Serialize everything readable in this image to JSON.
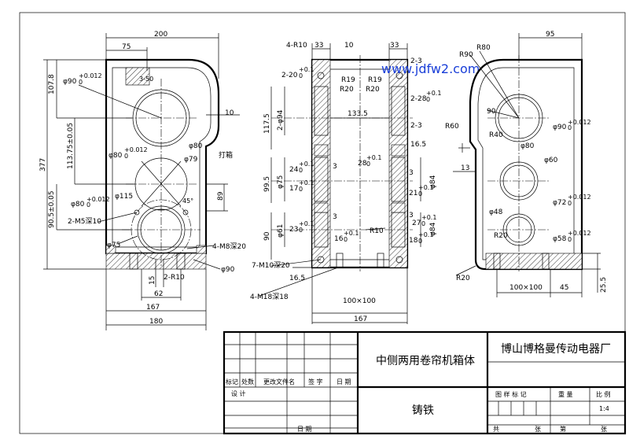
{
  "watermark": "www.jdfw2.com",
  "front_view": {
    "dims": {
      "width_200": "200",
      "d75": "75",
      "d3_50": "3-50",
      "d107_8": "107.8",
      "phi90": "φ90",
      "phi90_tol": "+0.012",
      "phi90_tol0": "0",
      "d10": "10",
      "d113_75": "113.75±0.05",
      "d377": "377",
      "phi80a": "φ80",
      "phi79": "φ79",
      "dabian": "打箱",
      "phi80b": "φ80",
      "phi80b_tol": "+0.012",
      "phi80b_tol0": "0",
      "d89": "89",
      "d90_5": "90.5±0.05",
      "phi80c": "φ80",
      "phi80c_tol": "+0.012",
      "phi80c_tol0": "0",
      "phi115": "φ115",
      "deg45": "45°",
      "m5": "2-M5深10",
      "phi75": "φ75",
      "m8": "4-M8深20",
      "phi90b": "φ90",
      "d15": "15",
      "r10": "2-R10",
      "d62": "62",
      "d167": "167",
      "d180": "180"
    }
  },
  "side_view": {
    "dims": {
      "r10": "4-R10",
      "d33a": "33",
      "d10": "10",
      "d33b": "33",
      "s2_3a": "2-3",
      "s2_20": "2-20",
      "s2_20_tol": "+0.1",
      "s2_20_tol0": "0",
      "r19a": "R19",
      "r19b": "R19",
      "r20a": "R20",
      "r20b": "R20",
      "s2_28": "2-28",
      "s2_28_tol": "+0.1",
      "s2_28_tol0": "0",
      "d133_5": "133.5",
      "d117_5": "117.5",
      "phi94": "2-φ94",
      "s2_3b": "2-3",
      "d16_5a": "16.5",
      "d28": "28",
      "d28_tol": "+0.1",
      "d28_tol0": "0",
      "d24": "24",
      "d24_tol": "+0.1",
      "d24_tol0": "0",
      "d3a": "3",
      "d3b": "3",
      "d99_5": "99.5",
      "phi75": "φ75",
      "d17": "17",
      "d17_tol": "+0.1",
      "d17_tol0": "0",
      "d21": "21",
      "d21_tol": "+0.1",
      "d21_tol0": "0",
      "phi84a": "φ84",
      "d3c": "3",
      "d3d": "3",
      "d23": "23",
      "d23_tol": "+0.1",
      "d23_tol0": "0",
      "d27": "27",
      "d27_tol": "+0.1",
      "d27_tol0": "0",
      "d90": "90",
      "phi61": "φ61",
      "r10b": "R10",
      "d16": "16",
      "d16_tol": "+0.1",
      "d16_tol0": "0",
      "d18": "18",
      "d18_tol": "+0.1",
      "d18_tol0": "0",
      "phi84b": "φ84",
      "m10": "7-M10深20",
      "d16_5b": "16.5",
      "m18": "4-M18深18",
      "d100x100": "100×100",
      "d167": "167"
    }
  },
  "rear_view": {
    "dims": {
      "d95": "95",
      "r80": "R80",
      "r90": "R90",
      "d90": "90",
      "r60": "R60",
      "r40": "R40",
      "phi90": "φ90",
      "phi90_tol": "+0.012",
      "phi90_tol0": "0",
      "phi80": "φ80",
      "d13": "13",
      "phi60": "φ60",
      "phi72": "φ72",
      "phi72_tol": "+0.012",
      "phi72_tol0": "0",
      "phi48": "φ48",
      "r20a": "R20",
      "phi58": "φ58",
      "phi58_tol": "+0.012",
      "phi58_tol0": "0",
      "r20b": "R20",
      "d100x100": "100×100",
      "d45": "45",
      "d25_5": "25.5"
    }
  },
  "title_block": {
    "part_name": "中侧两用卷帘机箱体",
    "company": "博山博格曼传动电器厂",
    "material": "铸铁",
    "labels": {
      "biaoji": "标记",
      "chushu": "处数",
      "genggai": "更改文件名",
      "qianzi": "签  字",
      "riqi": "日 期",
      "sheji": "设  计",
      "riqi2": "日  期",
      "tuyang": "图 样 标 记",
      "zhongliang": "重  量",
      "bili": "比  例",
      "bili_val": "1:4",
      "gong": "共",
      "zhang": "张",
      "di": "第",
      "zhang2": "张"
    }
  }
}
